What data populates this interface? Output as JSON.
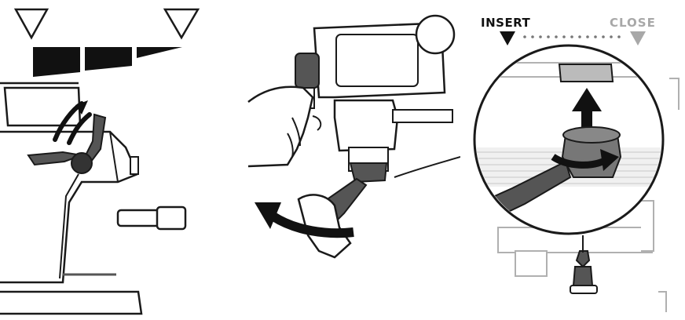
{
  "panels": [
    {
      "id": "grind-size-adjustment"
    },
    {
      "id": "attach-portafilter"
    },
    {
      "id": "lock-portafilter"
    }
  ],
  "labels": {
    "insert": "INSERT",
    "close": "CLOSE"
  },
  "colors": {
    "line": "#1a1a1a",
    "fill_dark": "#111111",
    "fill_mid": "#555555",
    "faded": "#a8a8a8"
  }
}
